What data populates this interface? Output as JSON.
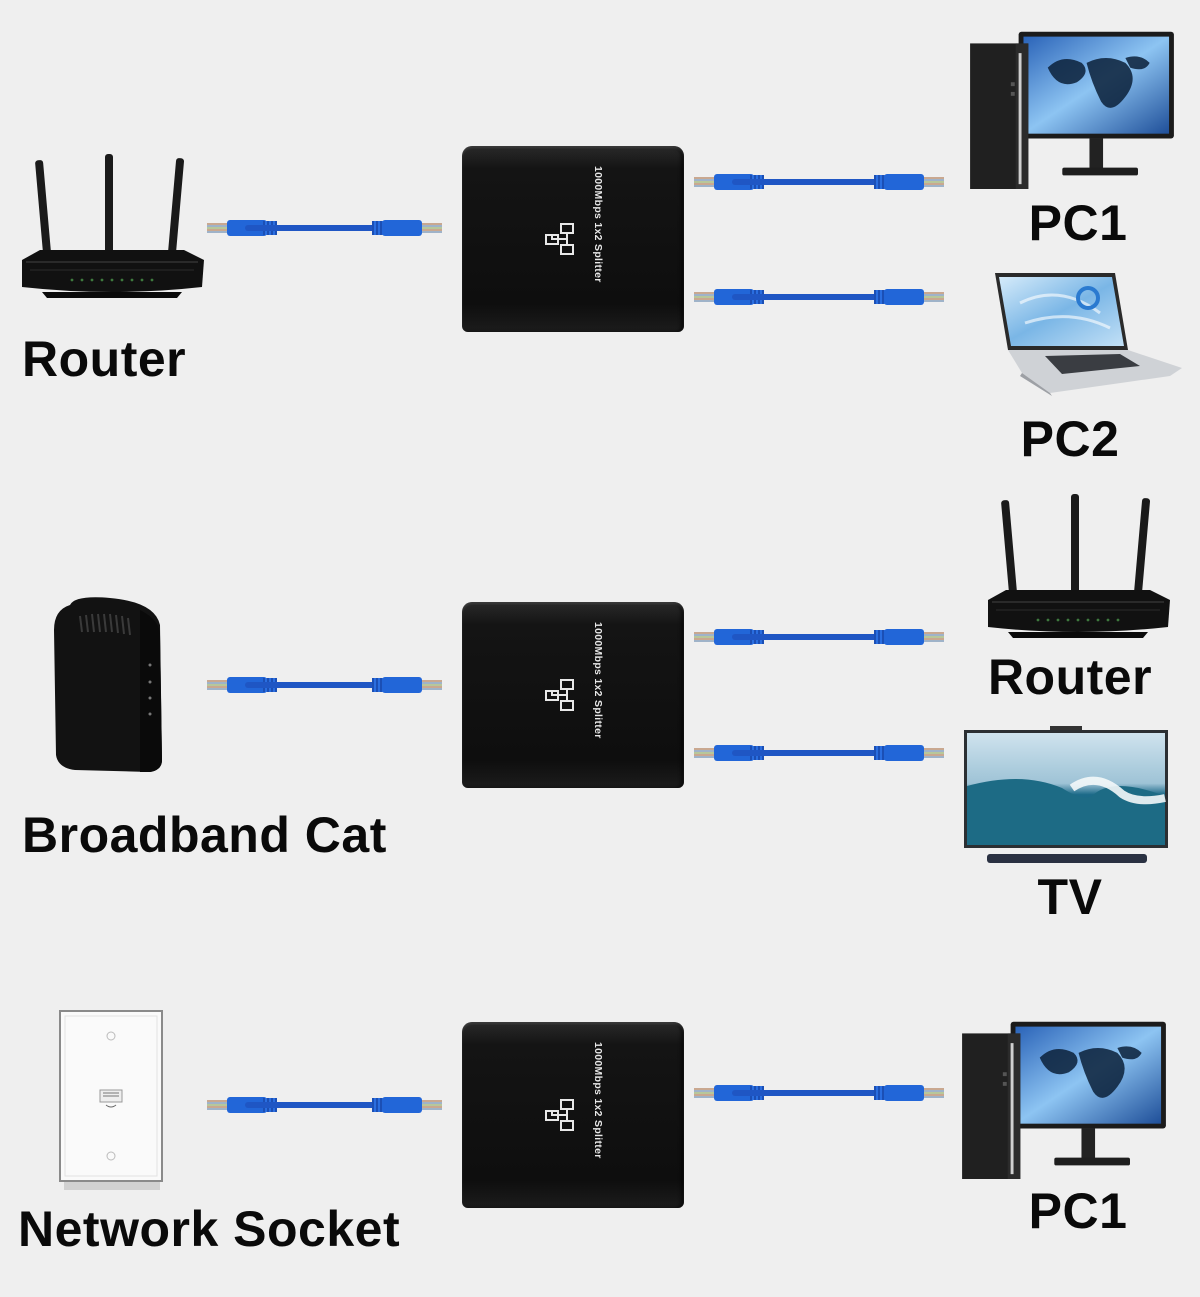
{
  "diagram": {
    "title": "1000Mbps 1x2 Ethernet Splitter connection scenarios",
    "cable_color": "#2266d8",
    "background": "#efefef",
    "splitter_text": "1000Mbps 1x2 Splitter",
    "scenarios": [
      {
        "source": {
          "label": "Router",
          "icon": "wifi-router-icon"
        },
        "splitter": {
          "text": "1000Mbps 1x2 Splitter",
          "outputs": 2
        },
        "destinations": [
          {
            "label": "PC1",
            "icon": "desktop-pc-icon"
          },
          {
            "label": "PC2",
            "icon": "laptop-icon"
          }
        ]
      },
      {
        "source": {
          "label": "Broadband Cat",
          "icon": "modem-icon"
        },
        "splitter": {
          "text": "1000Mbps 1x2 Splitter",
          "outputs": 2
        },
        "destinations": [
          {
            "label": "Router",
            "icon": "wifi-router-icon"
          },
          {
            "label": "TV",
            "icon": "tv-icon"
          }
        ]
      },
      {
        "source": {
          "label": "Network Socket",
          "icon": "wall-socket-icon"
        },
        "splitter": {
          "text": "1000Mbps 1x2 Splitter",
          "outputs": 1
        },
        "destinations": [
          {
            "label": "PC1",
            "icon": "desktop-pc-icon"
          }
        ]
      }
    ]
  }
}
